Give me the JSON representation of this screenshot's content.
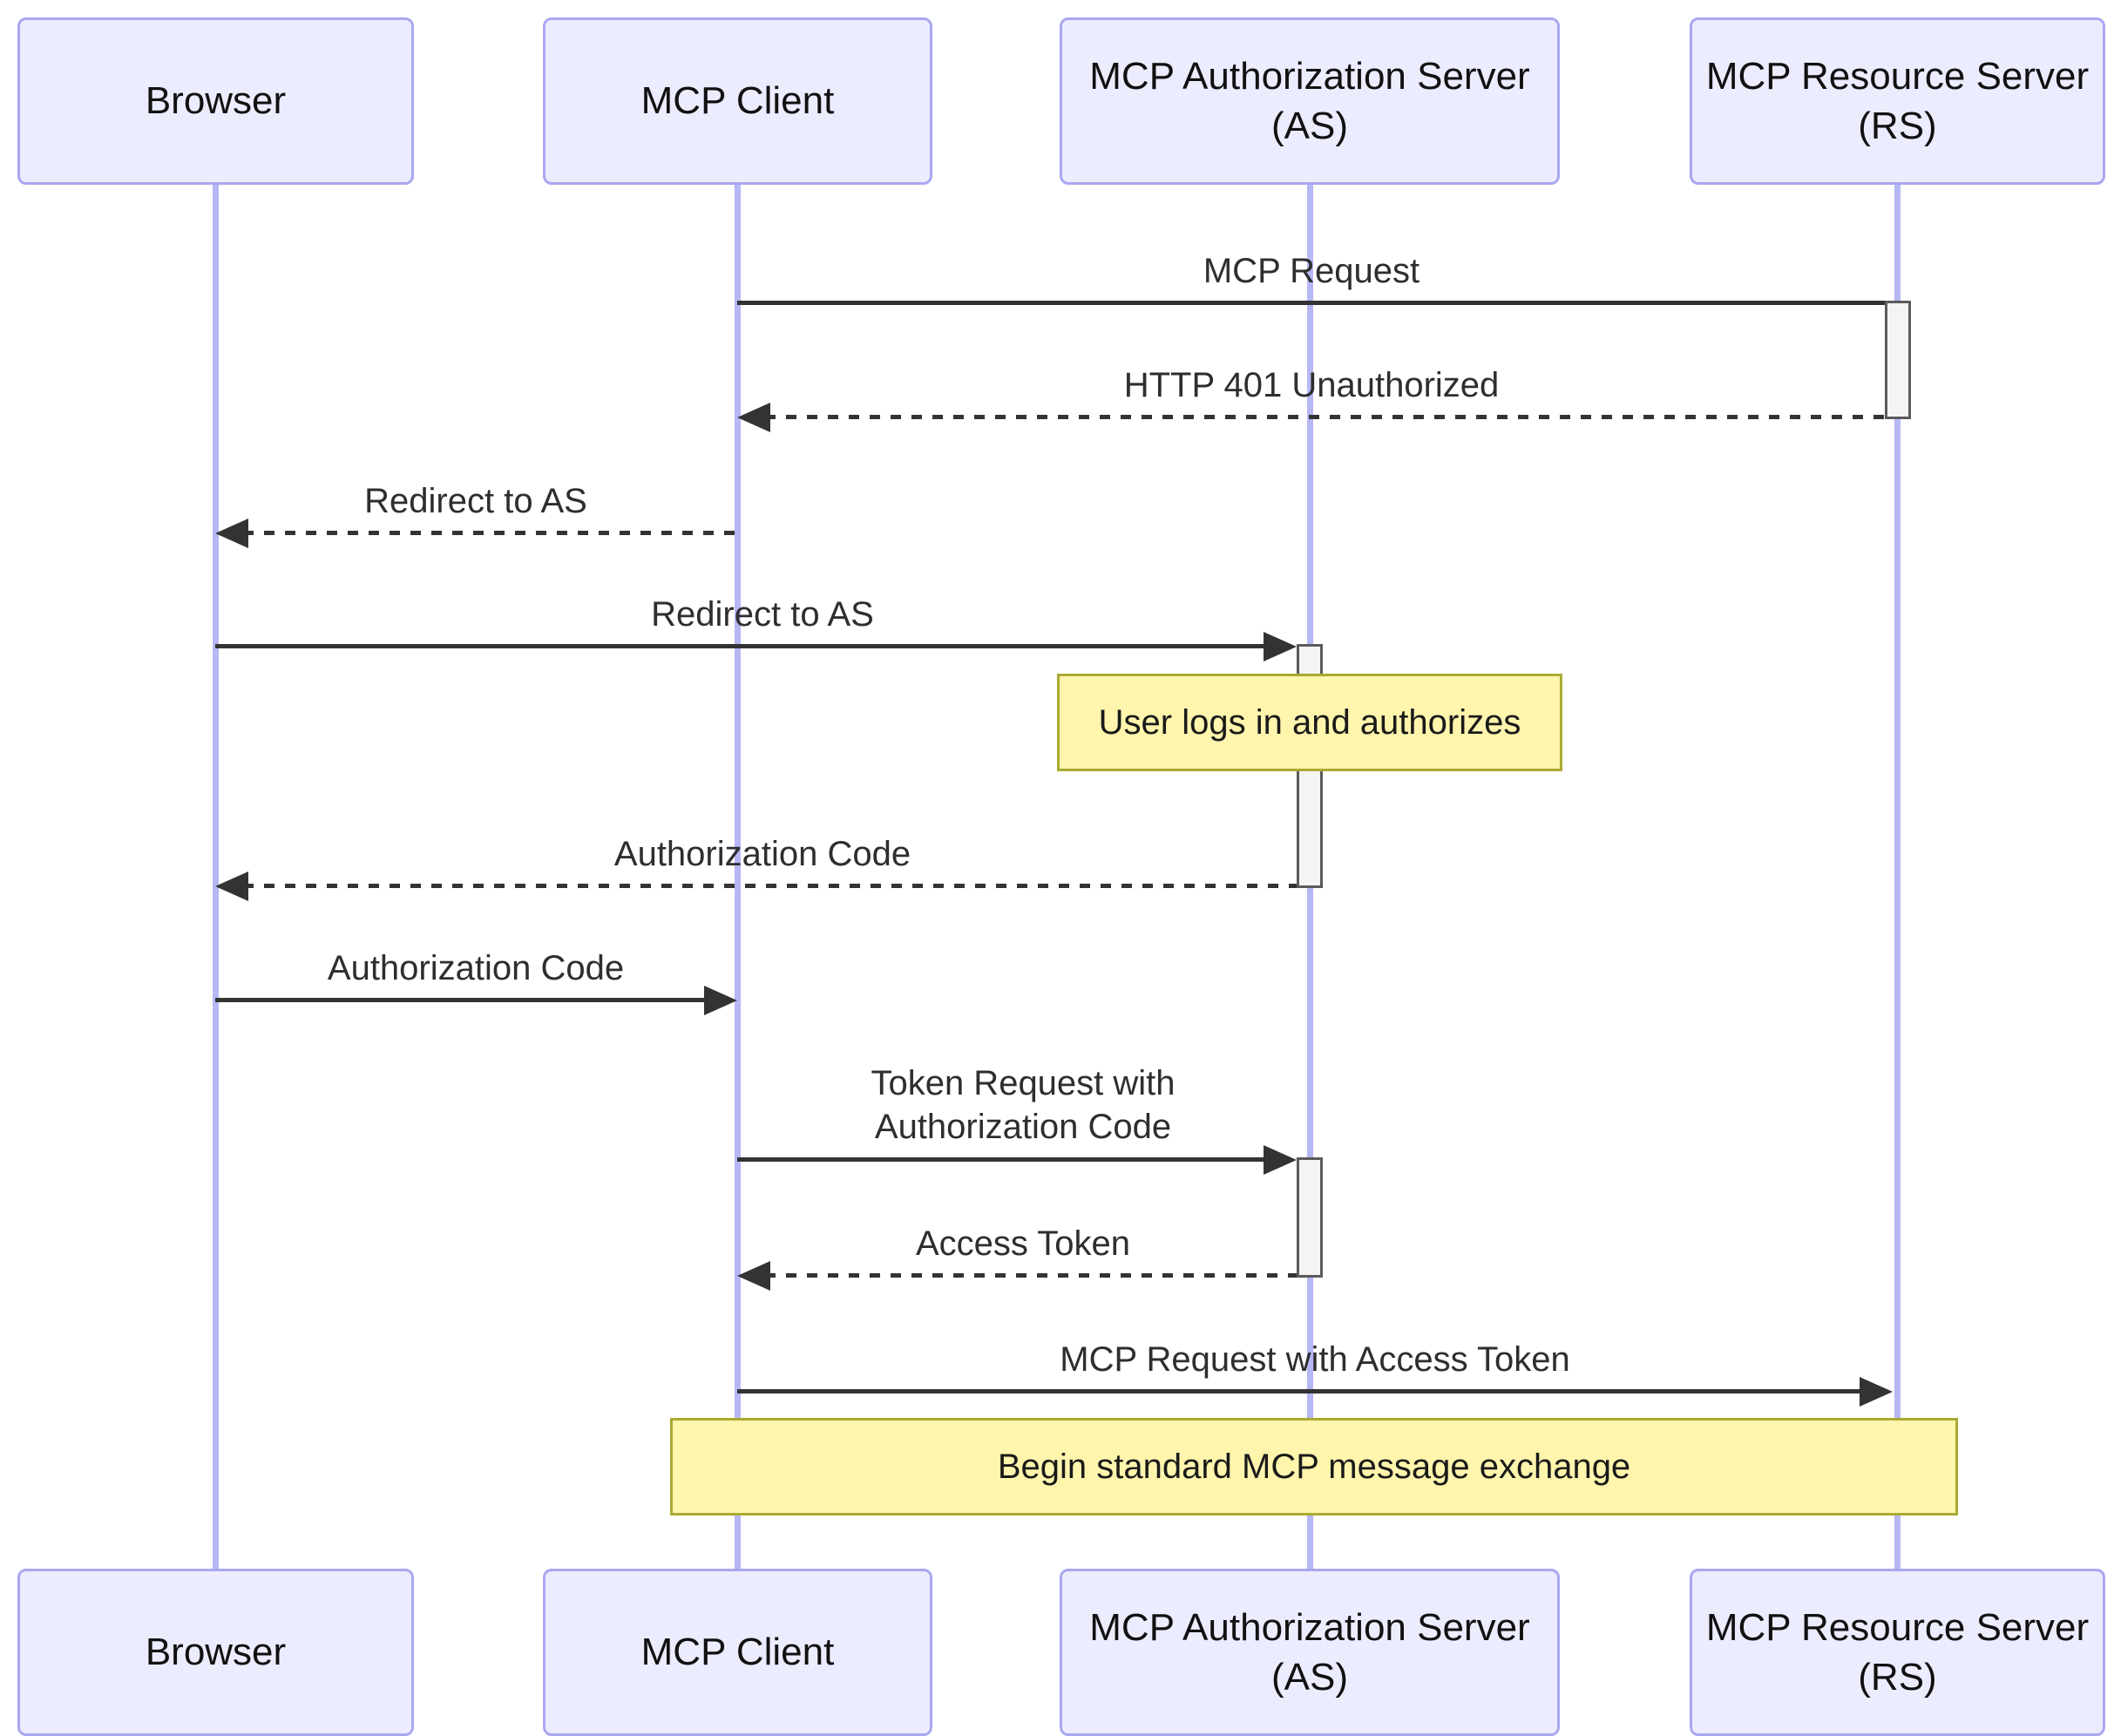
{
  "diagram": {
    "type": "sequence",
    "participants": [
      {
        "id": "browser",
        "label": "Browser"
      },
      {
        "id": "mcp-client",
        "label": "MCP Client"
      },
      {
        "id": "mcp-as",
        "label": "MCP Authorization Server\n(AS)"
      },
      {
        "id": "mcp-rs",
        "label": "MCP Resource Server\n(RS)"
      }
    ],
    "messages": [
      {
        "from": "mcp-client",
        "to": "mcp-rs",
        "label": "MCP Request",
        "line": "solid",
        "arrowhead": "none"
      },
      {
        "from": "mcp-rs",
        "to": "mcp-client",
        "label": "HTTP 401 Unauthorized",
        "line": "dashed",
        "arrowhead": "left"
      },
      {
        "from": "mcp-client",
        "to": "browser",
        "label": "Redirect to AS",
        "line": "dashed",
        "arrowhead": "left"
      },
      {
        "from": "browser",
        "to": "mcp-as",
        "label": "Redirect to AS",
        "line": "solid",
        "arrowhead": "right"
      },
      {
        "from": "mcp-as",
        "to": "browser",
        "label": "Authorization Code",
        "line": "dashed",
        "arrowhead": "left"
      },
      {
        "from": "browser",
        "to": "mcp-client",
        "label": "Authorization Code",
        "line": "solid",
        "arrowhead": "right"
      },
      {
        "from": "mcp-client",
        "to": "mcp-as",
        "label": "Token Request with\nAuthorization Code",
        "line": "solid",
        "arrowhead": "right"
      },
      {
        "from": "mcp-as",
        "to": "mcp-client",
        "label": "Access Token",
        "line": "dashed",
        "arrowhead": "left"
      },
      {
        "from": "mcp-client",
        "to": "mcp-rs",
        "label": "MCP Request with Access Token",
        "line": "solid",
        "arrowhead": "right"
      }
    ],
    "notes": [
      {
        "over": "mcp-as",
        "text": "User logs in and authorizes"
      },
      {
        "over": "mcp-client,mcp-rs",
        "text": "Begin standard MCP message exchange"
      }
    ],
    "colors": {
      "actor_fill": "#ECECFF",
      "actor_border": "#A8A8F0",
      "lifeline": "#B6B7F5",
      "note_fill": "#FFF5AD",
      "note_border": "#AAAA33",
      "activation_fill": "#F4F4F4",
      "activation_border": "#5B5B5B",
      "message_line": "#333333"
    }
  }
}
